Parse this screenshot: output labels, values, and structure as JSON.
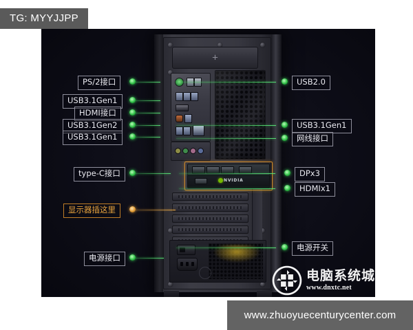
{
  "overlay": {
    "tg_tag": "TG: MYYJJPP",
    "bottom_url": "www.zhuoyuecenturycenter.com"
  },
  "watermark": {
    "brand_cn": "电脑系统城",
    "brand_url": "www.dnxtc.net",
    "icon": "recycle-window-logo-icon"
  },
  "colors": {
    "callout_green": "#3cdc5a",
    "callout_amber": "#e8a33d",
    "panel_dark": "#0c0c16",
    "chip_gray": "#5a5a5a",
    "nvidia_green": "#76b900"
  },
  "callouts": {
    "left": [
      {
        "label": "PS/2接口",
        "icon": "green-dot-icon"
      },
      {
        "label": "USB3.1Gen1",
        "icon": "green-dot-icon"
      },
      {
        "label": "HDMI接口",
        "icon": "green-dot-icon"
      },
      {
        "label": "USB3.1Gen2",
        "icon": "green-dot-icon"
      },
      {
        "label": "USB3.1Gen1",
        "icon": "green-dot-icon"
      },
      {
        "label": "type-C接口",
        "icon": "green-dot-icon"
      },
      {
        "label": "显示器插这里",
        "icon": "amber-dot-icon",
        "accent": "amber"
      },
      {
        "label": "电源接口",
        "icon": "green-dot-icon"
      }
    ],
    "right": [
      {
        "label": "USB2.0",
        "icon": "green-dot-icon"
      },
      {
        "label": "USB3.1Gen1",
        "icon": "green-dot-icon"
      },
      {
        "label": "网线接口",
        "icon": "green-dot-icon"
      },
      {
        "label": "DPx3",
        "icon": "green-dot-icon"
      },
      {
        "label": "HDMIx1",
        "icon": "green-dot-icon"
      },
      {
        "label": "电源开关",
        "icon": "green-dot-icon"
      }
    ]
  },
  "case": {
    "top_plate_mark": "+",
    "gpu_brand": "NVIDIA"
  }
}
